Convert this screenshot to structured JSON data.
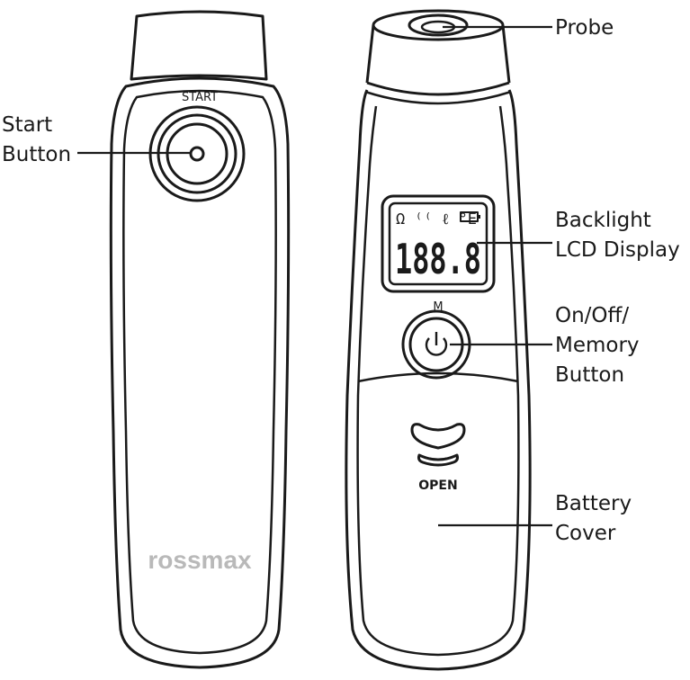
{
  "left_device": {
    "start_label": "START",
    "brand": "rossmax"
  },
  "right_device": {
    "lcd_icons": "Ω ⁽⁽ ℓ °E",
    "lcd_digits": "188.8",
    "mode_label": "M",
    "open_label": "OPEN"
  },
  "callouts": {
    "start_button": [
      "Start",
      "Button"
    ],
    "probe": [
      "Probe"
    ],
    "lcd_display": [
      "Backlight",
      "LCD Display"
    ],
    "onoff_button": [
      "On/Off/",
      "Memory",
      "Button"
    ],
    "battery_cover": [
      "Battery",
      "Cover"
    ]
  }
}
